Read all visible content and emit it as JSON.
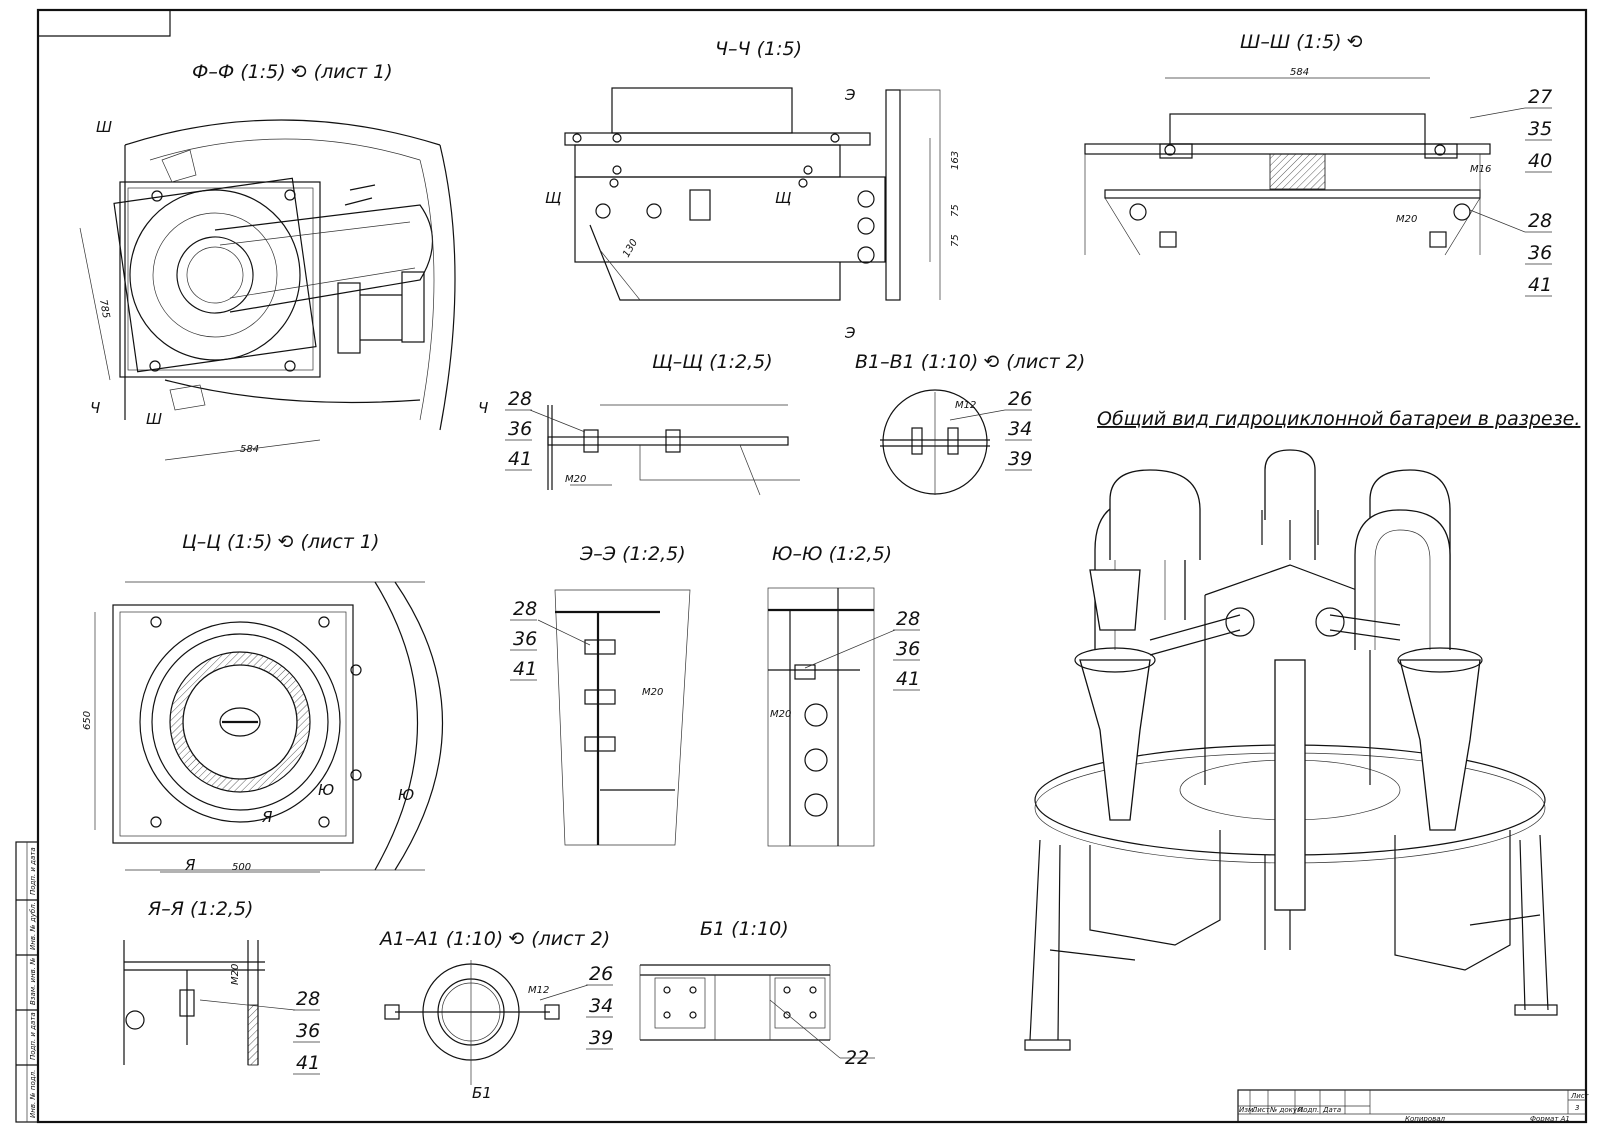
{
  "sections": {
    "ff": "Ф–Ф (1:5) ⟲ (лист 1)",
    "chch": "Ч–Ч (1:5)",
    "shsh": "Ш–Ш (1:5) ⟲",
    "shch": "Щ–Щ (1:2,5)",
    "v1": "В1–В1 (1:10) ⟲ (лист 2)",
    "tsts": "Ц–Ц (1:5) ⟲ (лист 1)",
    "ee": "Э–Э (1:2,5)",
    "yuyu": "Ю–Ю (1:2,5)",
    "yaya": "Я–Я (1:2,5)",
    "a1": "А1–А1 (1:10) ⟲ (лист 2)",
    "b1": "Б1 (1:10)",
    "general": "Общий вид гидроциклонной батареи в разрезе."
  },
  "dimensions": {
    "d584a": "584",
    "d785": "785",
    "d584b": "584",
    "d163": "163",
    "d75a": "75",
    "d75b": "75",
    "d130": "130",
    "d650": "650",
    "d500": "500",
    "m16": "M16",
    "m20": "M20",
    "m12": "M12"
  },
  "cut_marks": {
    "sh": "Ш",
    "ch": "Ч",
    "e": "Э",
    "shch": "Щ",
    "yu": "Ю",
    "ya": "Я",
    "b1": "Б1"
  },
  "position_numbers": {
    "p22": "22",
    "p26": "26",
    "p27": "27",
    "p28": "28",
    "p34": "34",
    "p35": "35",
    "p36": "36",
    "p39": "39",
    "p40": "40",
    "p41": "41"
  },
  "side_stamp": [
    "Инв. № подл.",
    "Подп. и дата",
    "Взам. инв. №",
    "Инв. № дубл.",
    "Подп. и дата"
  ],
  "title_block": {
    "izm": "Изм.",
    "list": "Лист",
    "doc": "№ докум.",
    "podp": "Подп.",
    "data": "Дата",
    "sheet_label": "Лист",
    "sheet_no": "3",
    "copied": "Копировал",
    "format": "Формат A1"
  }
}
